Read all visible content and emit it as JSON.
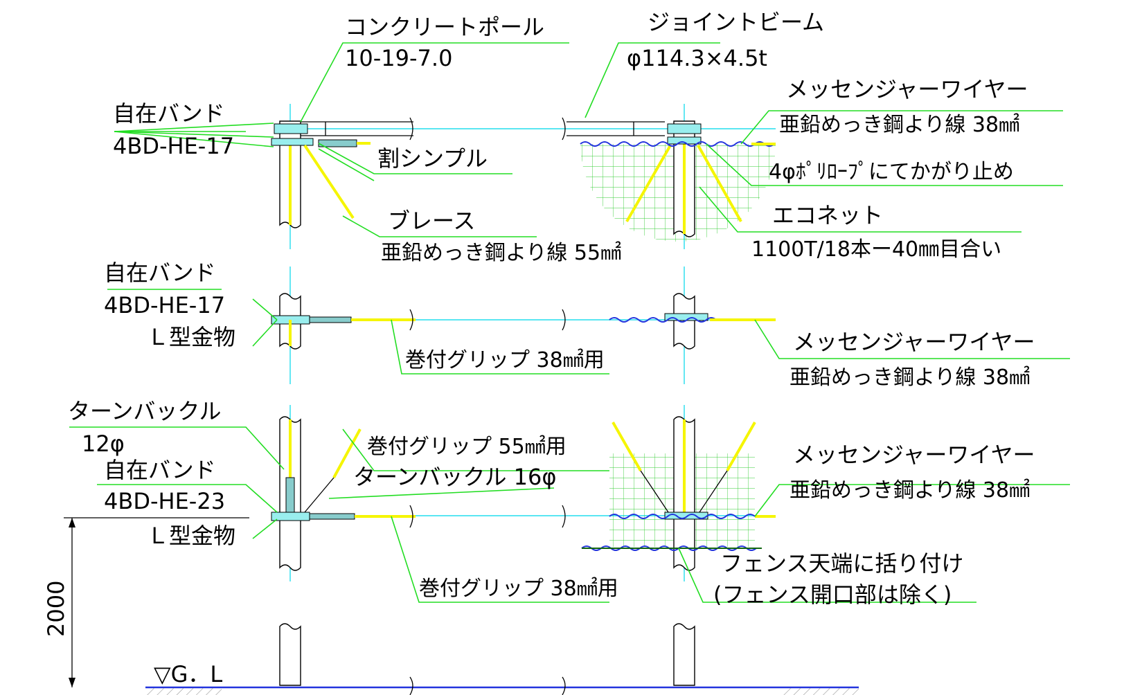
{
  "labels": {
    "concrete_pole": "コンクリートポール",
    "concrete_pole_spec": "10-19-7.0",
    "joint_beam": "ジョイントビーム",
    "joint_beam_spec": "φ114.3×4.5t",
    "band_top": "自在バンド",
    "band_top_spec": "4BD-HE-17",
    "split_thimble": "割シンプル",
    "brace": "ブレース",
    "brace_spec": "亜鉛めっき鋼より線 55㎟",
    "messenger_top": "メッセンジャーワイヤー",
    "messenger_top_spec": "亜鉛めっき鋼より線 38㎟",
    "poly_rope": "4φﾎﾟﾘﾛｰﾌﾟにてかがり止め",
    "eco_net": "エコネット",
    "eco_net_spec": "1100T/18本ー40㎜目合い",
    "band_mid": "自在バンド",
    "band_mid_spec": "4BD-HE-17",
    "l_bracket_mid": "Ｌ型金物",
    "grip_mid": "巻付グリップ 38㎟用",
    "messenger_mid": "メッセンジャーワイヤー",
    "messenger_mid_spec": "亜鉛めっき鋼より線 38㎟",
    "turnbuckle_12": "ターンバックル",
    "turnbuckle_12_spec": "12φ",
    "grip_55": "巻付グリップ 55㎟用",
    "band_low": "自在バンド",
    "turnbuckle_16": "ターンバックル 16φ",
    "band_low_spec": "4BD-HE-23",
    "messenger_low": "メッセンジャーワイヤー",
    "messenger_low_spec": "亜鉛めっき鋼より線 38㎟",
    "l_bracket_low": "Ｌ型金物",
    "grip_low": "巻付グリップ 38㎟用",
    "fence_top": "フェンス天端に括り付け",
    "fence_note": "(フェンス開口部は除く)",
    "dimension": "2000",
    "ground_level": "▽G．L"
  },
  "colors": {
    "leader": "#22dd22",
    "centerline": "#22ddee",
    "brace_wire": "#f5f500",
    "net": "#33cc33",
    "messenger": "#2233dd",
    "ground": "#2233dd"
  }
}
